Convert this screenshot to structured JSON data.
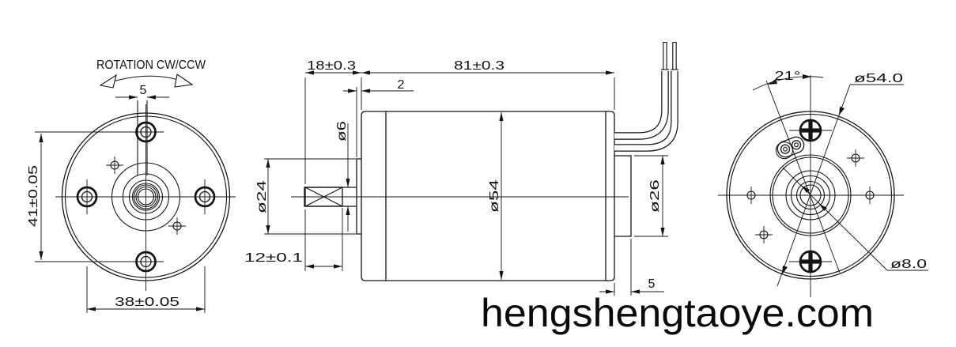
{
  "drawing": {
    "front": {
      "rotation": "ROTATION CW/CCW",
      "slot_width": "5",
      "vertical_spacing": "41±0.05",
      "horizontal_spacing": "38±0.05"
    },
    "side": {
      "shaft_len": "18±0.3",
      "body_len": "81±0.3",
      "step": "2",
      "shaft_dia": "ø6",
      "boss_dia": "ø24",
      "body_dia": "ø54",
      "rear_dia": "ø26",
      "knurl_len": "12±0.1",
      "cap_len": "5"
    },
    "rear": {
      "angle": "21°",
      "outer_dia": "ø54.0",
      "hole_dia": "ø8.0"
    },
    "watermark": "hengshengtaoye.com"
  }
}
